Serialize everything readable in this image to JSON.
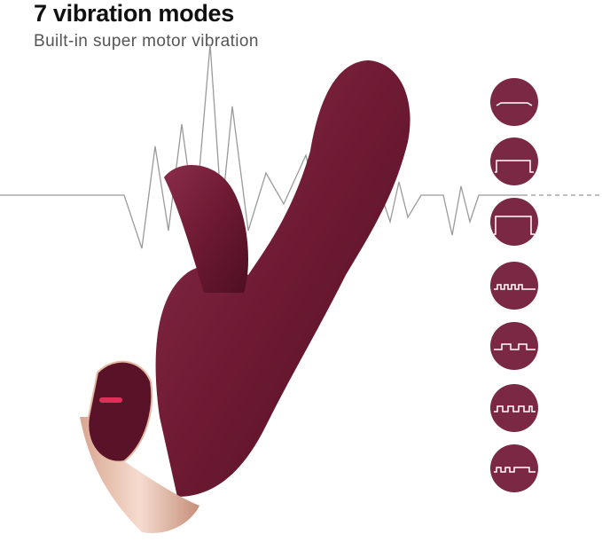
{
  "header": {
    "title": "7 vibration modes",
    "subtitle": "Built-in super motor vibration"
  },
  "colors": {
    "product": "#6e1a33",
    "icon_fill": "#7a2843",
    "icon_stroke": "#ffffff",
    "accent_tip": "#e6b9a4",
    "waveform": "#999999"
  },
  "modes": [
    {
      "name": "mode-1-constant-low"
    },
    {
      "name": "mode-2-constant-medium"
    },
    {
      "name": "mode-3-constant-high"
    },
    {
      "name": "mode-4-fast-pulse"
    },
    {
      "name": "mode-5-slow-pulse"
    },
    {
      "name": "mode-6-medium-pulse"
    },
    {
      "name": "mode-7-pulse-then-hold"
    }
  ]
}
